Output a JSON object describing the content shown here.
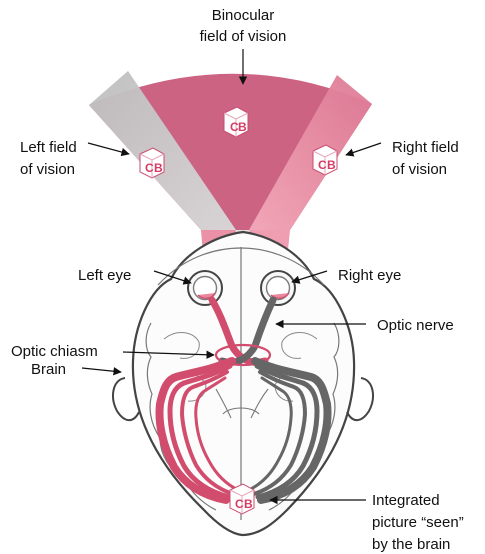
{
  "labels": {
    "binocular_line1": "Binocular",
    "binocular_line2": "field of vision",
    "left_field_line1": "Left field",
    "left_field_line2": "of vision",
    "right_field_line1": "Right field",
    "right_field_line2": "of vision",
    "left_eye": "Left eye",
    "right_eye": "Right eye",
    "optic_nerve": "Optic nerve",
    "optic_chiasm": "Optic chiasm",
    "brain": "Brain",
    "integrated_line1": "Integrated",
    "integrated_line2": "picture “seen”",
    "integrated_line3": "by the brain"
  },
  "cube": {
    "c": "C",
    "b": "B"
  },
  "colors": {
    "binocular_field": "#c95b7b",
    "left_field": "#b8b8b8",
    "right_field": "#e6899f",
    "optic_left": "#d24d6d",
    "optic_right": "#666666",
    "brain_outline": "#555555"
  }
}
